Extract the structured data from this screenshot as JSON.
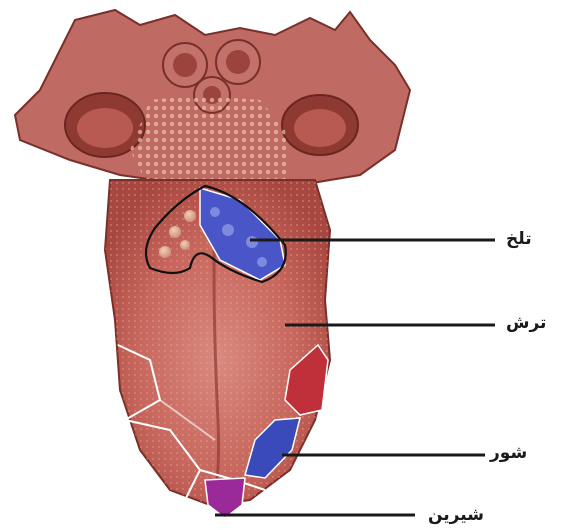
{
  "labels": {
    "bitter": "تلخ",
    "sour": "ترش",
    "salty": "شور",
    "sweet": "شیرین"
  },
  "colors": {
    "tongue": "#c9685f",
    "tongue_dark": "#8e3a33",
    "bitter_region": "#4a56c8",
    "sour_region": "#c0303a",
    "salty_region": "#3a4ab8",
    "sweet_region": "#9a2a9a",
    "leader_line": "#1a1a1a"
  }
}
